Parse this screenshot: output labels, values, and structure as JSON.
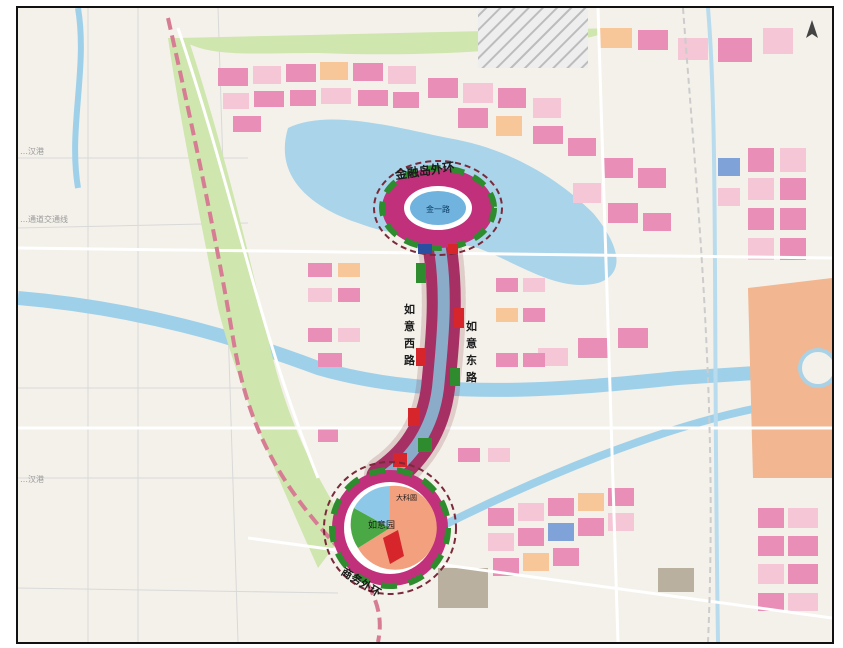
{
  "map": {
    "labels": {
      "north_ring": "金融岛外环",
      "south_ring": "商务外环",
      "west_road": "如意西路",
      "east_road": "如意东路",
      "north_core": "金一路",
      "south_core": "如意园",
      "south_core_2": "大科圆"
    },
    "road_labels": {
      "left_1": "…汉港",
      "left_2": "…通道交通线",
      "left_3": "…汉港"
    },
    "colors": {
      "background": "#f4f1ea",
      "residential_pink": "#e98fb7",
      "residential_light": "#f4c6d6",
      "commercial_orange": "#f7c79a",
      "green": "#8fc16f",
      "light_green": "#cfe6ae",
      "water": "#a9d4ea",
      "river": "#8ec8e8",
      "red_block": "#d6262b",
      "magenta_block": "#c1307a",
      "dark_green": "#2e8b2e",
      "boundary_dash": "#d77d93",
      "large_orange": "#f2b690"
    },
    "icons": {
      "compass": "north-arrow-icon"
    }
  }
}
